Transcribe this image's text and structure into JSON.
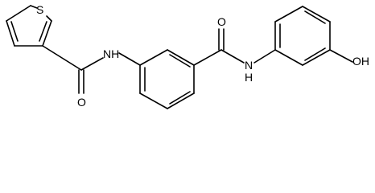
{
  "structure": {
    "atoms": {
      "sulfur": "S",
      "oxygen_left": "O",
      "nh_left": "NH",
      "oxygen_right": "O",
      "nh_right": "N",
      "nh_right_h": "H",
      "hydroxyl": "OH"
    },
    "colors": {
      "bond": "#000000",
      "label": "#000000",
      "background": "#ffffff"
    }
  }
}
